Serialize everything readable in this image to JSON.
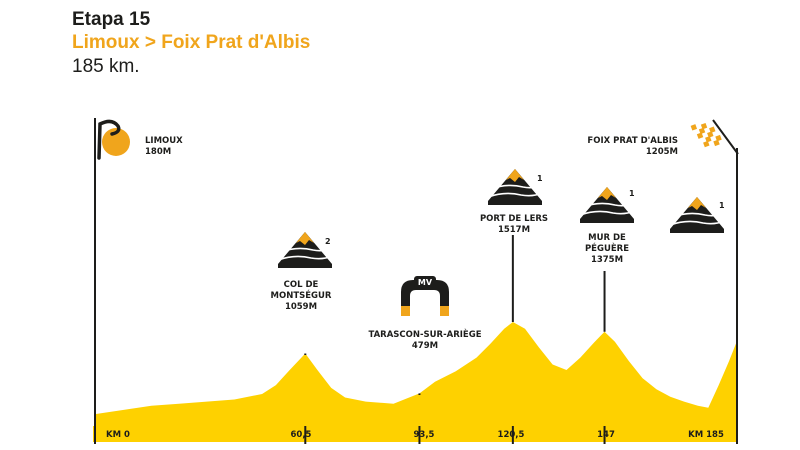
{
  "header": {
    "stage": "Etapa 15",
    "route": "Limoux > Foix Prat d'Albis",
    "distance": "185 km."
  },
  "colors": {
    "profile": "#fed100",
    "accent": "#f0a51c",
    "dark": "#1d1d1b"
  },
  "icons": {
    "start": "start-logo-icon",
    "finish": "checkered-flag-icon",
    "climb": "mountain-icon",
    "sprint": "sprint-arch-icon"
  },
  "chart_data": {
    "type": "area",
    "x": [
      0,
      8,
      16,
      24,
      32,
      40,
      48,
      52,
      56,
      60.5,
      64,
      68,
      72,
      78,
      86,
      93.5,
      98,
      104,
      110,
      114,
      118,
      120.5,
      124,
      128,
      132,
      136,
      140,
      144,
      147,
      150,
      154,
      158,
      162,
      166,
      170,
      174,
      177,
      180,
      183,
      185
    ],
    "y": [
      180,
      240,
      300,
      330,
      360,
      390,
      470,
      600,
      820,
      1059,
      820,
      560,
      420,
      360,
      330,
      479,
      650,
      800,
      1000,
      1200,
      1420,
      1517,
      1420,
      1150,
      900,
      820,
      1000,
      1220,
      1375,
      1230,
      950,
      700,
      540,
      430,
      360,
      300,
      270,
      600,
      950,
      1205
    ],
    "ticks": [
      "KM 0",
      "60,5",
      "93,5",
      "120,5",
      "147",
      "KM 185"
    ],
    "points": [
      {
        "name": "LIMOUX",
        "altitude": "180M",
        "km": 0
      },
      {
        "name_lines": [
          "COL DE",
          "MONTSÉGUR"
        ],
        "altitude": "1059M",
        "km": 60.5,
        "category": "2"
      },
      {
        "name": "TARASCON-SUR-ARIÈGE",
        "altitude": "479M",
        "km": 93.5,
        "badge": "MV"
      },
      {
        "name": "PORT DE LERS",
        "altitude": "1517M",
        "km": 120.5,
        "category": "1"
      },
      {
        "name_lines": [
          "MUR DE",
          "PÉGUÈRE"
        ],
        "altitude": "1375M",
        "km": 147,
        "category": "1"
      },
      {
        "name": "FOIX PRAT D'ALBIS",
        "altitude": "1205M",
        "km": 185,
        "category": "1"
      }
    ]
  }
}
